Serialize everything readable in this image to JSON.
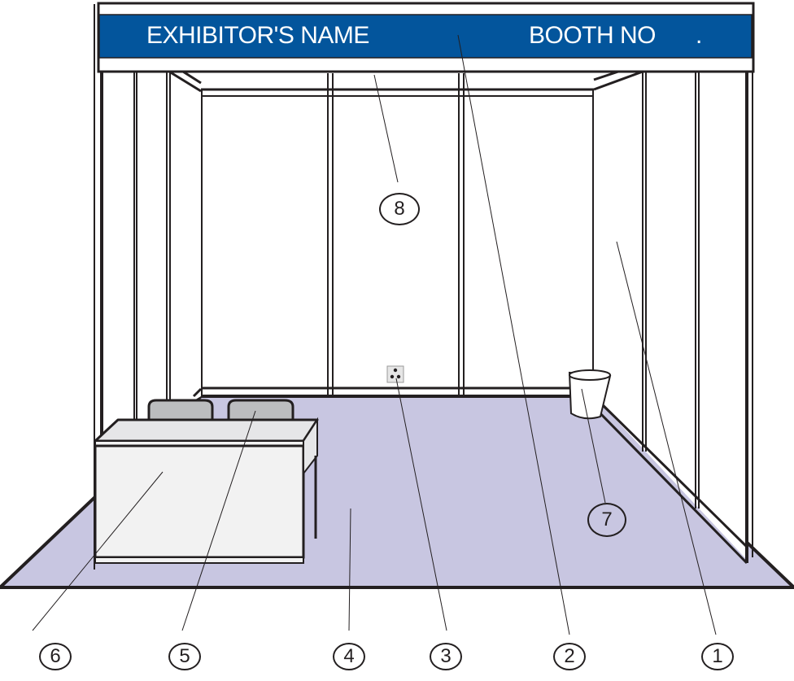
{
  "diagram": {
    "type": "shell-scheme exhibition booth",
    "fascia": {
      "exhibitor_label": "EXHIBITOR'S NAME",
      "booth_label": "BOOTH NO",
      "booth_suffix": ".",
      "color": "#03559c"
    },
    "colors": {
      "floor": "#c8c6e1",
      "stroke": "#231f20",
      "panel": "#ffffff",
      "table": "#f2f2f2",
      "table_top": "#e6e6e8",
      "chair": "#bcbdbf"
    },
    "callouts": [
      {
        "number": "1",
        "target": "side wall panel"
      },
      {
        "number": "2",
        "target": "fascia name board"
      },
      {
        "number": "3",
        "target": "power socket"
      },
      {
        "number": "4",
        "target": "carpet floor"
      },
      {
        "number": "5",
        "target": "chair"
      },
      {
        "number": "6",
        "target": "information counter"
      },
      {
        "number": "7",
        "target": "waste bin"
      },
      {
        "number": "8",
        "target": "back wall panel"
      }
    ]
  }
}
